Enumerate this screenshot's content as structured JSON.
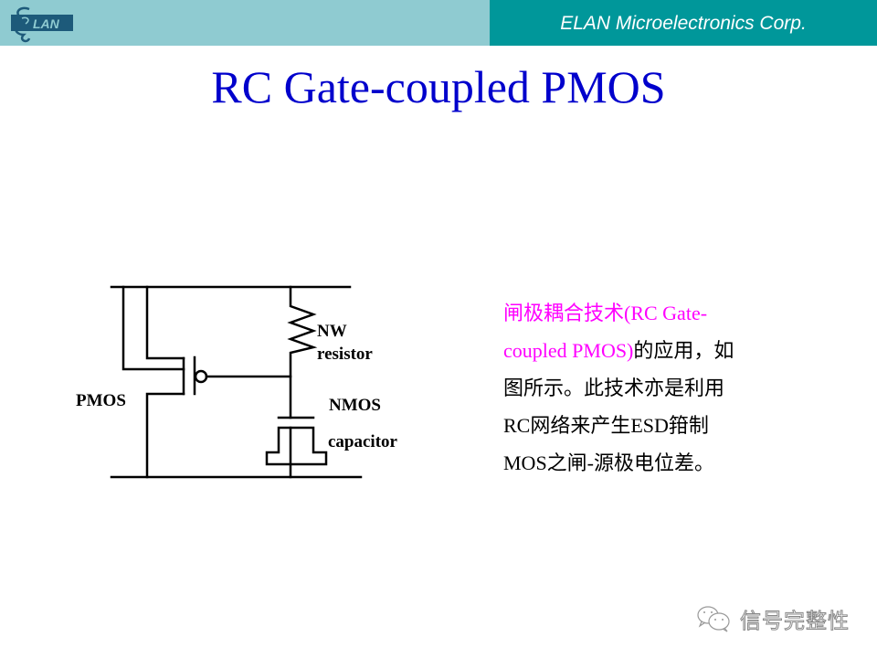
{
  "header": {
    "company": "ELAN Microelectronics Corp.",
    "logo_text": "LAN",
    "logo_initial": "E",
    "colors": {
      "left_band": "#8fcbd1",
      "right_band": "#00979a",
      "logo": "#1d5a7a"
    }
  },
  "slide": {
    "title": "RC Gate-coupled PMOS",
    "title_color": "#0000cc"
  },
  "circuit": {
    "labels": {
      "pmos": "PMOS",
      "nw": "NW",
      "resistor": "resistor",
      "nmos": "NMOS",
      "capacitor": "capacitor"
    }
  },
  "description": {
    "highlight_color": "#ff00ff",
    "line1_highlight": "闸极耦合技术(RC Gate-",
    "line2_highlight": "coupled PMOS)",
    "line2_rest": "的应用，如",
    "line3": "图所示。此技术亦是利用",
    "line4": "RC网络来产生ESD箝制",
    "line5": "MOS之闸-源极电位差。"
  },
  "watermark": {
    "icon": "wechat-icon",
    "text": "信号完整性"
  }
}
